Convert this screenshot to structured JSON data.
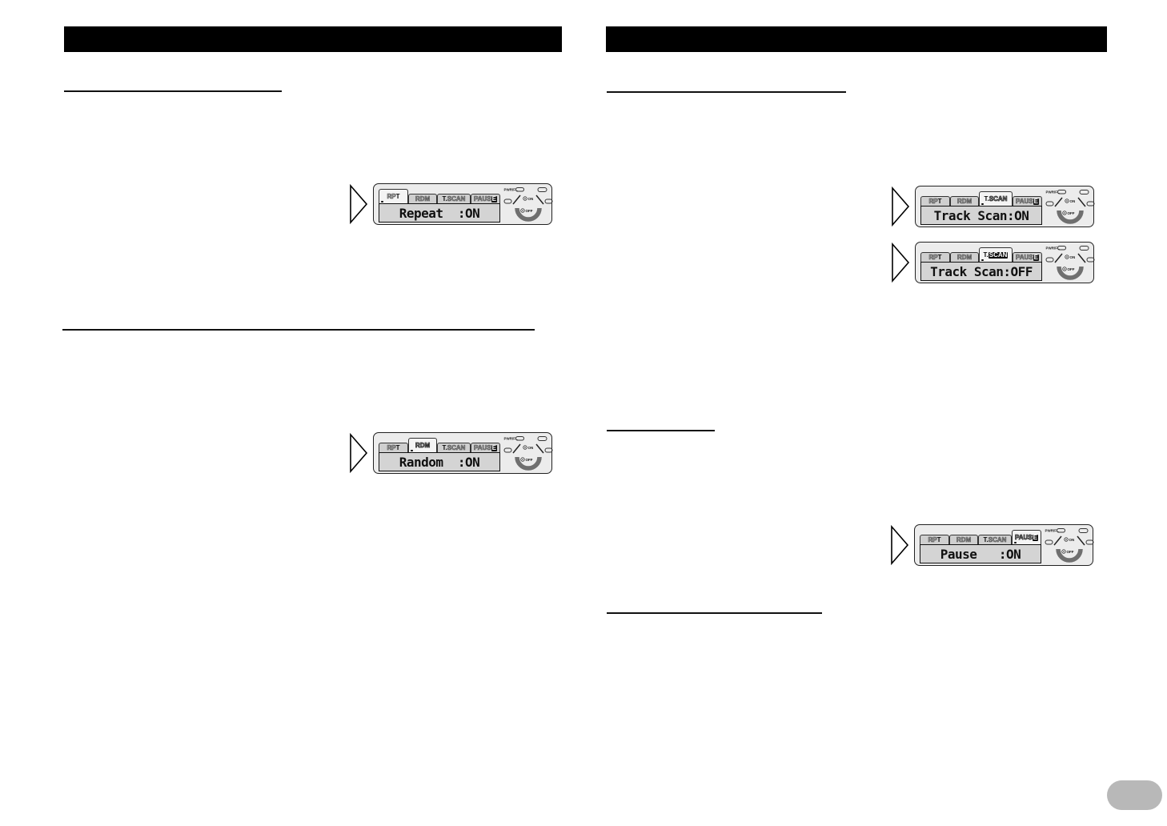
{
  "page": {
    "background": "#ffffff",
    "header_bar_color": "#000000",
    "page_tab_color": "#b8b8b8"
  },
  "lcd_tabs": {
    "rpt_pre": "RP",
    "rpt_key": "T",
    "rdm_label": "RDM",
    "tscan_key": "T.",
    "tscan_rest": "SCAN",
    "pause_pre": "PAUS",
    "pause_key": "E"
  },
  "remote": {
    "power_label": "PWR/FL",
    "on_label": "ON",
    "off_label": "OFF"
  },
  "displays": [
    {
      "name": "repeat-on",
      "text": "Repeat  :ON",
      "active_tab": "rpt"
    },
    {
      "name": "random-on",
      "text": "Random  :ON",
      "active_tab": "rdm"
    },
    {
      "name": "track-scan-on",
      "text": "Track Scan:ON",
      "active_tab": "tscan"
    },
    {
      "name": "track-scan-off",
      "text": "Track Scan:OFF",
      "active_tab": "tscan"
    },
    {
      "name": "pause-on",
      "text": "Pause   :ON",
      "active_tab": "pause"
    }
  ]
}
